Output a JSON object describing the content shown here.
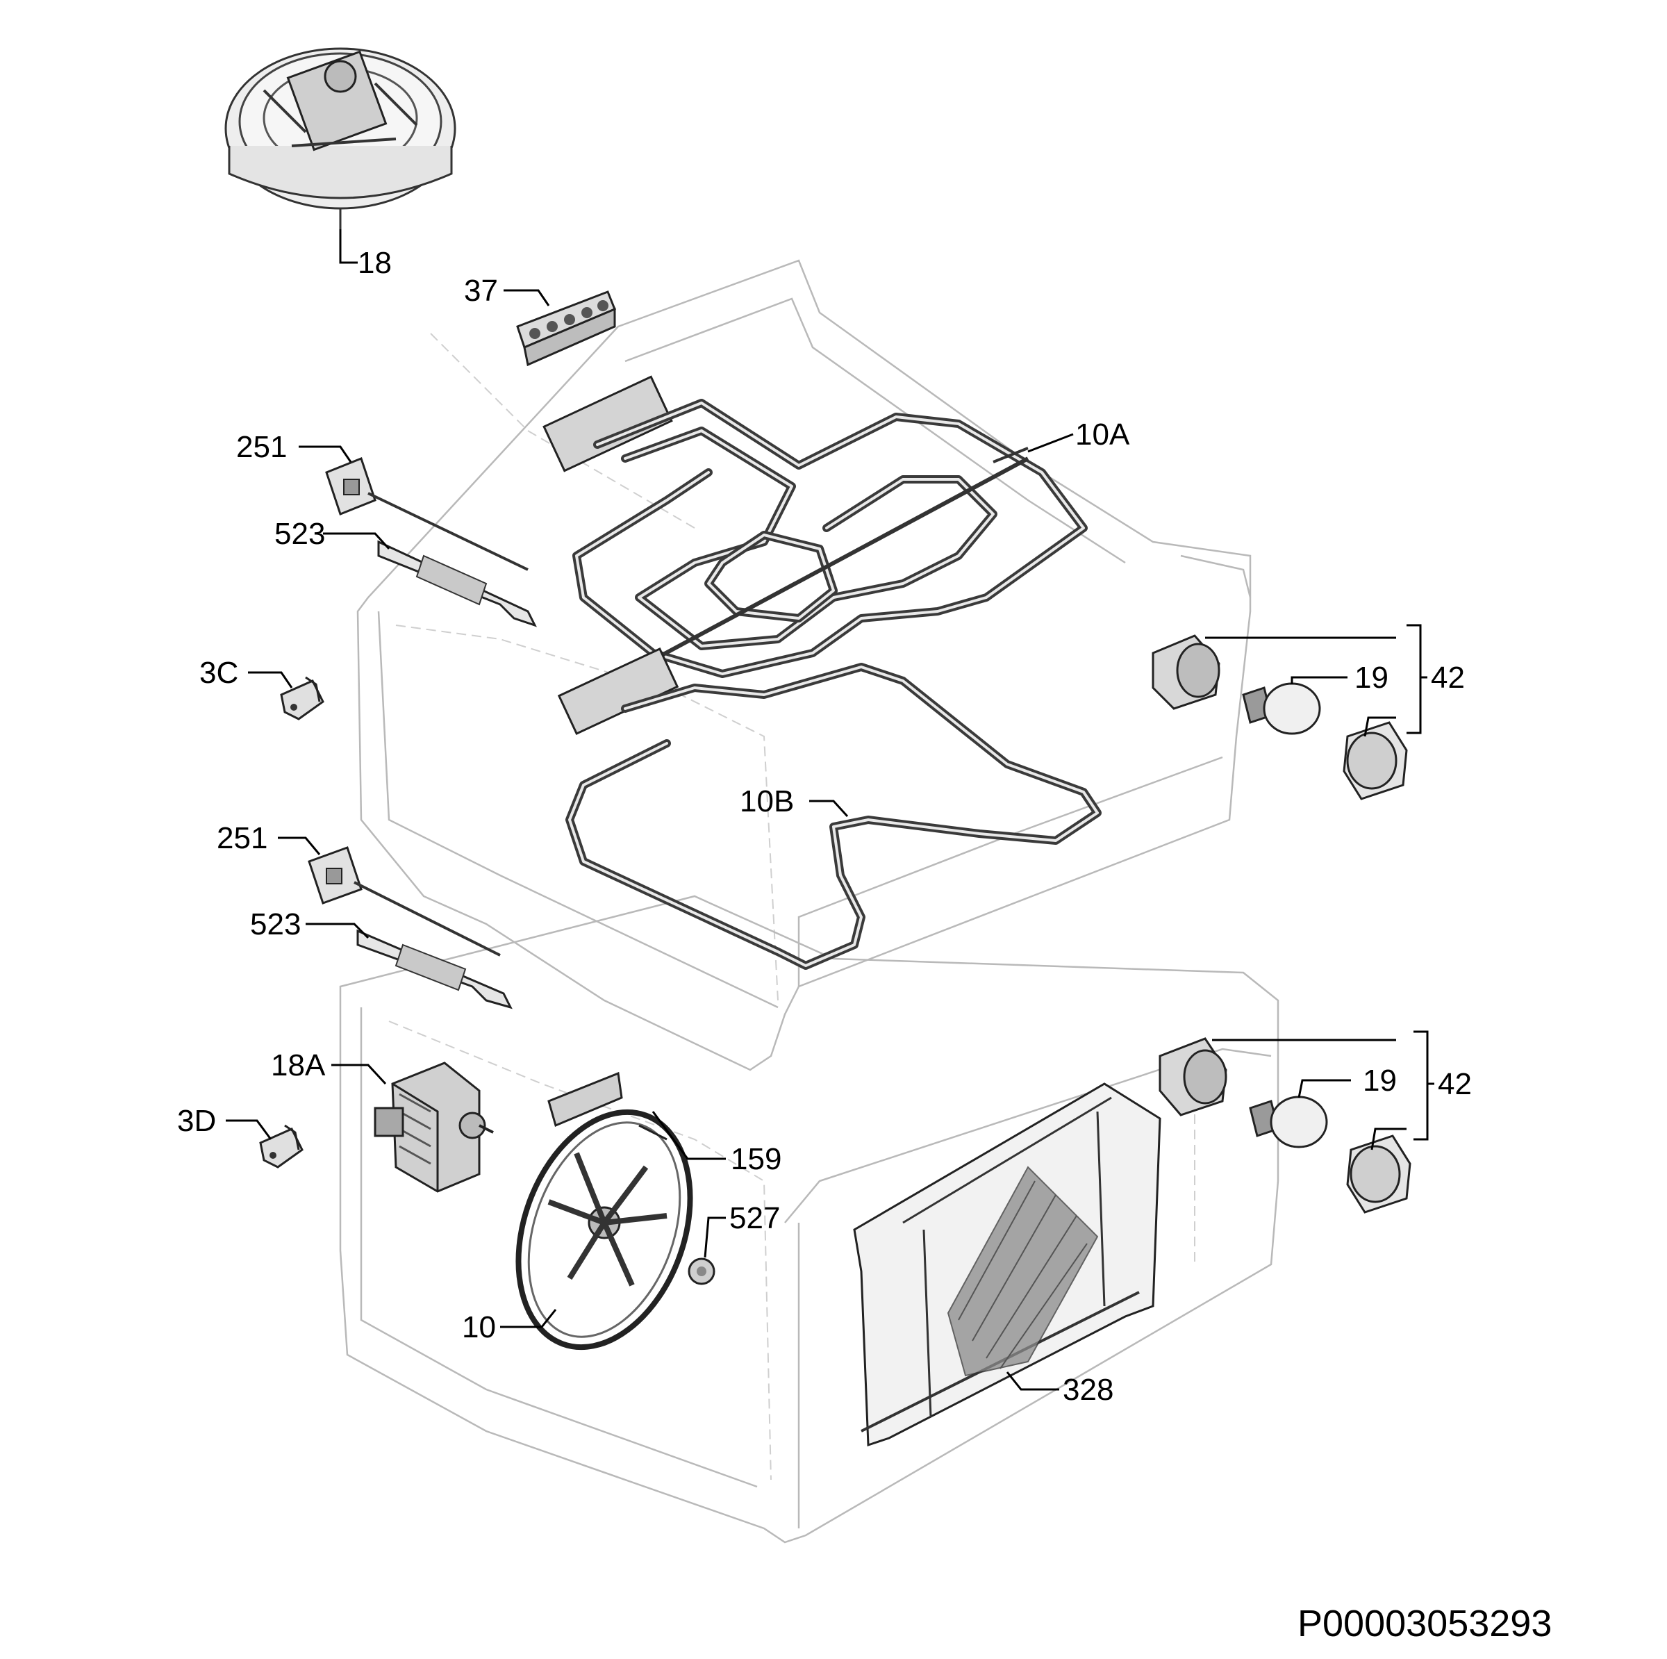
{
  "diagram": {
    "drawing_code": "P00003053293",
    "callouts": {
      "fan_motor_top": "18",
      "terminal_block": "37",
      "grill_element_top": "10A",
      "support_top": "251",
      "bracket_top": "523",
      "part_3c": "3C",
      "lamp_holder_top_group": "42",
      "lamp_bulb_top": "19",
      "heating_element_bottom": "10B",
      "support_bottom": "251",
      "bracket_bottom": "523",
      "fan_motor_bottom": "18A",
      "part_3d": "3D",
      "fan_shroud": "159",
      "fan_wheel": "10",
      "nut": "527",
      "lamp_holder_bottom_group": "42",
      "lamp_bulb_bottom": "19",
      "back_panel": "328"
    }
  }
}
